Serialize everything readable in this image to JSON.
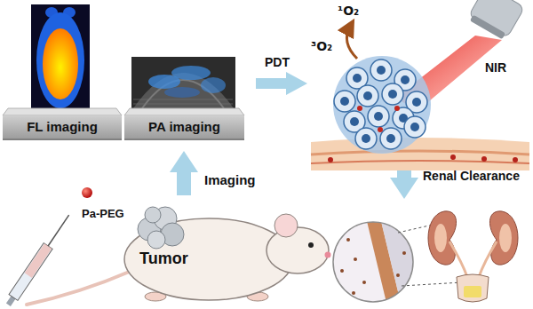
{
  "diagram": {
    "nodes": [
      {
        "text": [
          "FL imaging"
        ]
      },
      {
        "text": [
          "PA imaging"
        ]
      }
    ],
    "labels": [
      "PDT",
      "¹O₂",
      "³O₂",
      "NIR",
      "Renal Clearance",
      "Imaging",
      "Pa-PEG",
      "Tumor"
    ]
  }
}
